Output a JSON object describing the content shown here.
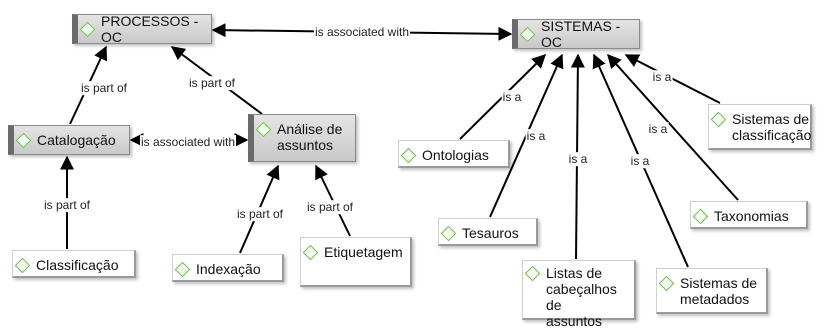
{
  "nodes": {
    "processos": "PROCESSOS - OC",
    "sistemas": "SISTEMAS - OC",
    "catalogacao": "Catalogação",
    "analise": "Análise de\nassuntos",
    "classificacao": "Classificação",
    "indexacao": "Indexação",
    "etiquetagem": "Etiquetagem",
    "ontologias": "Ontologias",
    "tesauros": "Tesauros",
    "listas": "Listas de\ncabeçalhos de\nassuntos",
    "metadados": "Sistemas de\nmetadados",
    "taxonomias": "Taxonomias",
    "sist_classificacao": "Sistemas de\nclassificação"
  },
  "relations": {
    "associated": "is associated with",
    "part_of": "is part of",
    "is_a": "is a"
  },
  "icons": {
    "concept": "diamond-icon"
  },
  "colors": {
    "diamond": "#6bbf4e",
    "concept_header": "#c9c9c9",
    "edge": "#000000"
  }
}
